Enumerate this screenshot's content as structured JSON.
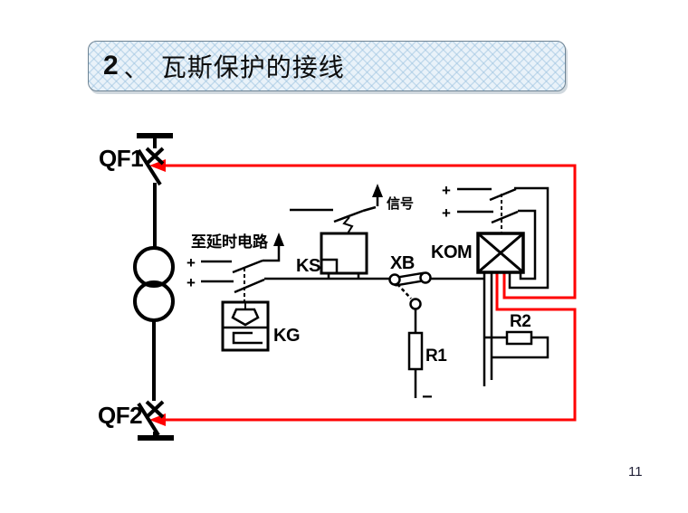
{
  "slide": {
    "title": {
      "number": "2",
      "separator": "、",
      "text": "瓦斯保护的接线"
    },
    "page_number": "11"
  },
  "diagram": {
    "labels": {
      "qf1": "QF1",
      "qf2": "QF2",
      "ks": "KS",
      "kg": "KG",
      "xb": "XB",
      "kom": "KOM",
      "r1": "R1",
      "r2": "R2",
      "to_delay_circuit": "至延时电路",
      "signal": "信号",
      "plus": "+",
      "minus": "−"
    },
    "colors": {
      "wire": "#000000",
      "trip_wire": "#ff0000"
    }
  }
}
